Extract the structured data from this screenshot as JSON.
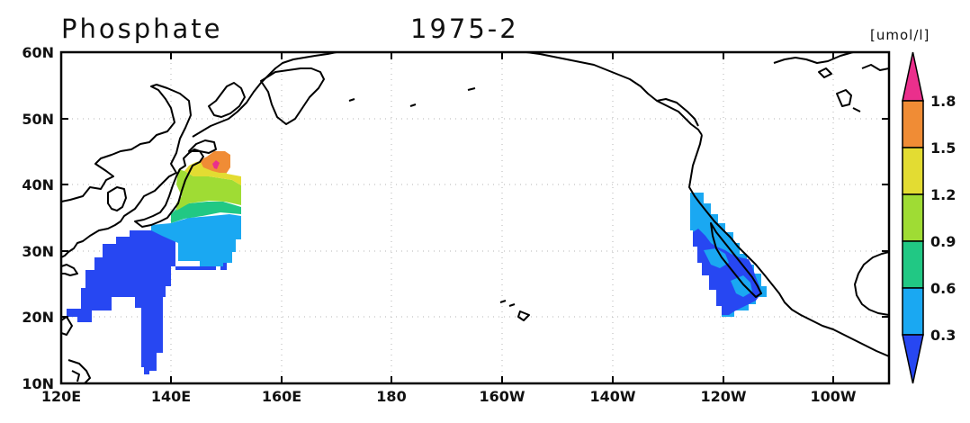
{
  "header": {
    "variable": "Phosphate",
    "period": "1975-2",
    "unit": "[umol/l]"
  },
  "axes": {
    "x_ticks": [
      "120E",
      "140E",
      "160E",
      "180",
      "160W",
      "140W",
      "120W",
      "100W"
    ],
    "y_ticks": [
      "60N",
      "50N",
      "40N",
      "30N",
      "20N",
      "10N"
    ],
    "lon_range": [
      120,
      270
    ],
    "lat_range": [
      10,
      60
    ],
    "grid": "dotted"
  },
  "colorbar": {
    "levels": [
      "1.8",
      "1.5",
      "1.2",
      "0.9",
      "0.6",
      "0.3"
    ],
    "colors": {
      "above_1_8": "#ea2f8c",
      "c_1_5_1_8": "#f08c35",
      "c_1_2_1_5": "#e3dc32",
      "c_0_9_1_2": "#9fdc34",
      "c_0_6_0_9": "#21c884",
      "c_0_3_0_6": "#1aa8f2",
      "below_0_3": "#2747f2"
    }
  },
  "regions": [
    {
      "name": "Western Pacific (Kuroshio) field",
      "values_range": "0.0–2.0 umol/l"
    },
    {
      "name": "Baja California / California Current field",
      "values_range": "0.0–0.6 umol/l"
    }
  ]
}
